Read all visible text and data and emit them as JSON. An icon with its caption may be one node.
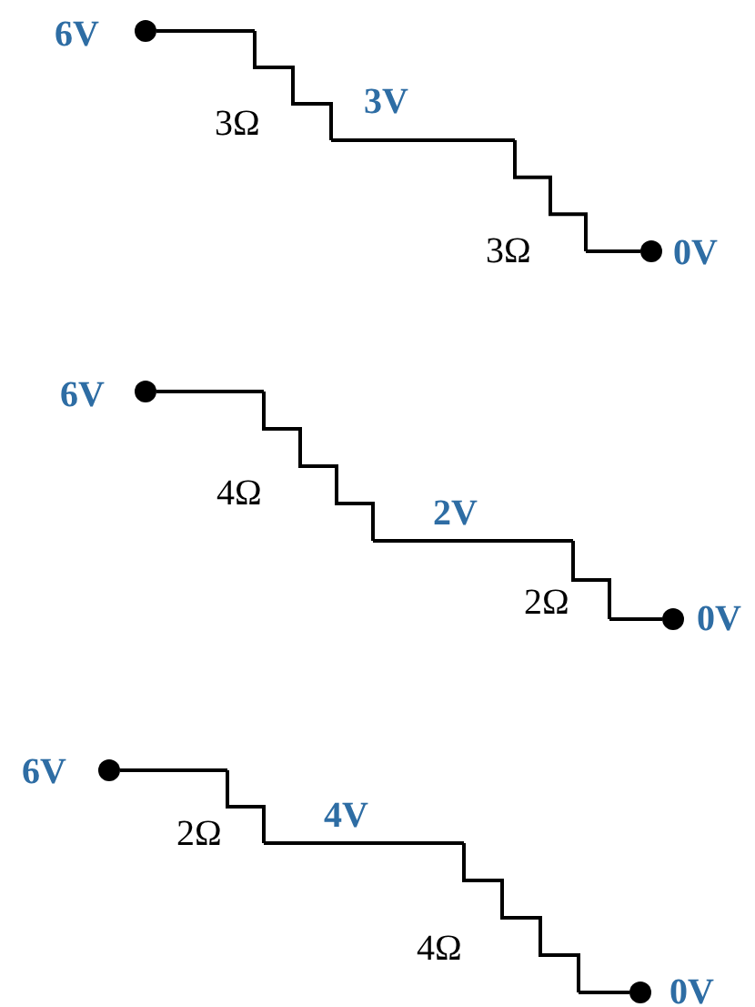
{
  "diagram": {
    "nodes": [
      {
        "text": [],
        "shape": "circle",
        "beside": [
          "6V"
        ]
      },
      {
        "text": [],
        "shape": "resistor",
        "beside": [
          "3Ω"
        ]
      },
      {
        "text": [],
        "shape": "resistor",
        "beside": [
          "3Ω"
        ]
      },
      {
        "text": [],
        "shape": "circle",
        "beside": [
          "0V"
        ]
      },
      {
        "text": [],
        "shape": "circle",
        "beside": [
          "6V"
        ]
      },
      {
        "text": [],
        "shape": "resistor",
        "beside": [
          "4Ω"
        ]
      },
      {
        "text": [],
        "shape": "resistor",
        "beside": [
          "2Ω"
        ]
      },
      {
        "text": [],
        "shape": "circle",
        "beside": [
          "0V"
        ]
      },
      {
        "text": [],
        "shape": "circle",
        "beside": [
          "6V"
        ]
      },
      {
        "text": [],
        "shape": "resistor",
        "beside": [
          "2Ω"
        ]
      },
      {
        "text": [],
        "shape": "resistor",
        "beside": [
          "4Ω"
        ]
      },
      {
        "text": [],
        "shape": "circle",
        "beside": [
          "0V"
        ]
      }
    ],
    "edges": [
      {
        "from": 0,
        "to": 1,
        "arrow": "none"
      },
      {
        "from": 1,
        "to": 2,
        "arrow": "none",
        "label": "3V"
      },
      {
        "from": 2,
        "to": 3,
        "arrow": "none"
      },
      {
        "from": 4,
        "to": 5,
        "arrow": "none"
      },
      {
        "from": 5,
        "to": 6,
        "arrow": "none",
        "label": "2V"
      },
      {
        "from": 6,
        "to": 7,
        "arrow": "none"
      },
      {
        "from": 8,
        "to": 9,
        "arrow": "none"
      },
      {
        "from": 9,
        "to": 10,
        "arrow": "none",
        "label": "4V"
      },
      {
        "from": 10,
        "to": 11,
        "arrow": "none"
      }
    ]
  }
}
